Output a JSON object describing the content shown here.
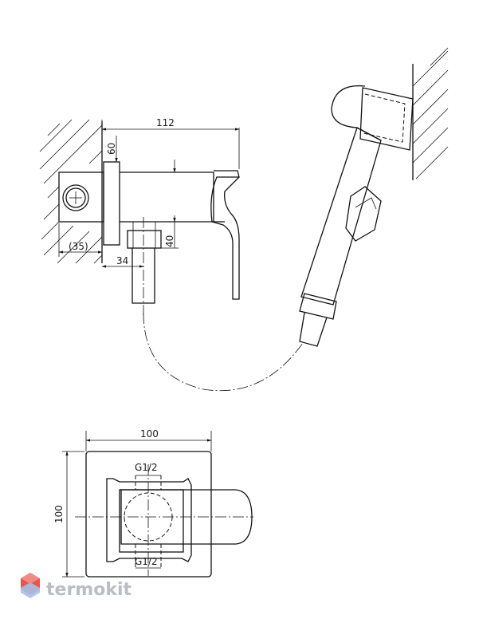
{
  "dimensions": {
    "side_width": "112",
    "flange_height": "60",
    "wall_depth": "(35)",
    "outlet_offset": "34",
    "outlet_height": "40",
    "plate_width": "100",
    "plate_height": "100",
    "thread_top": "G1/2",
    "thread_bottom": "G1/2"
  },
  "brand": {
    "name": "termokit",
    "color": "#e4574f"
  }
}
